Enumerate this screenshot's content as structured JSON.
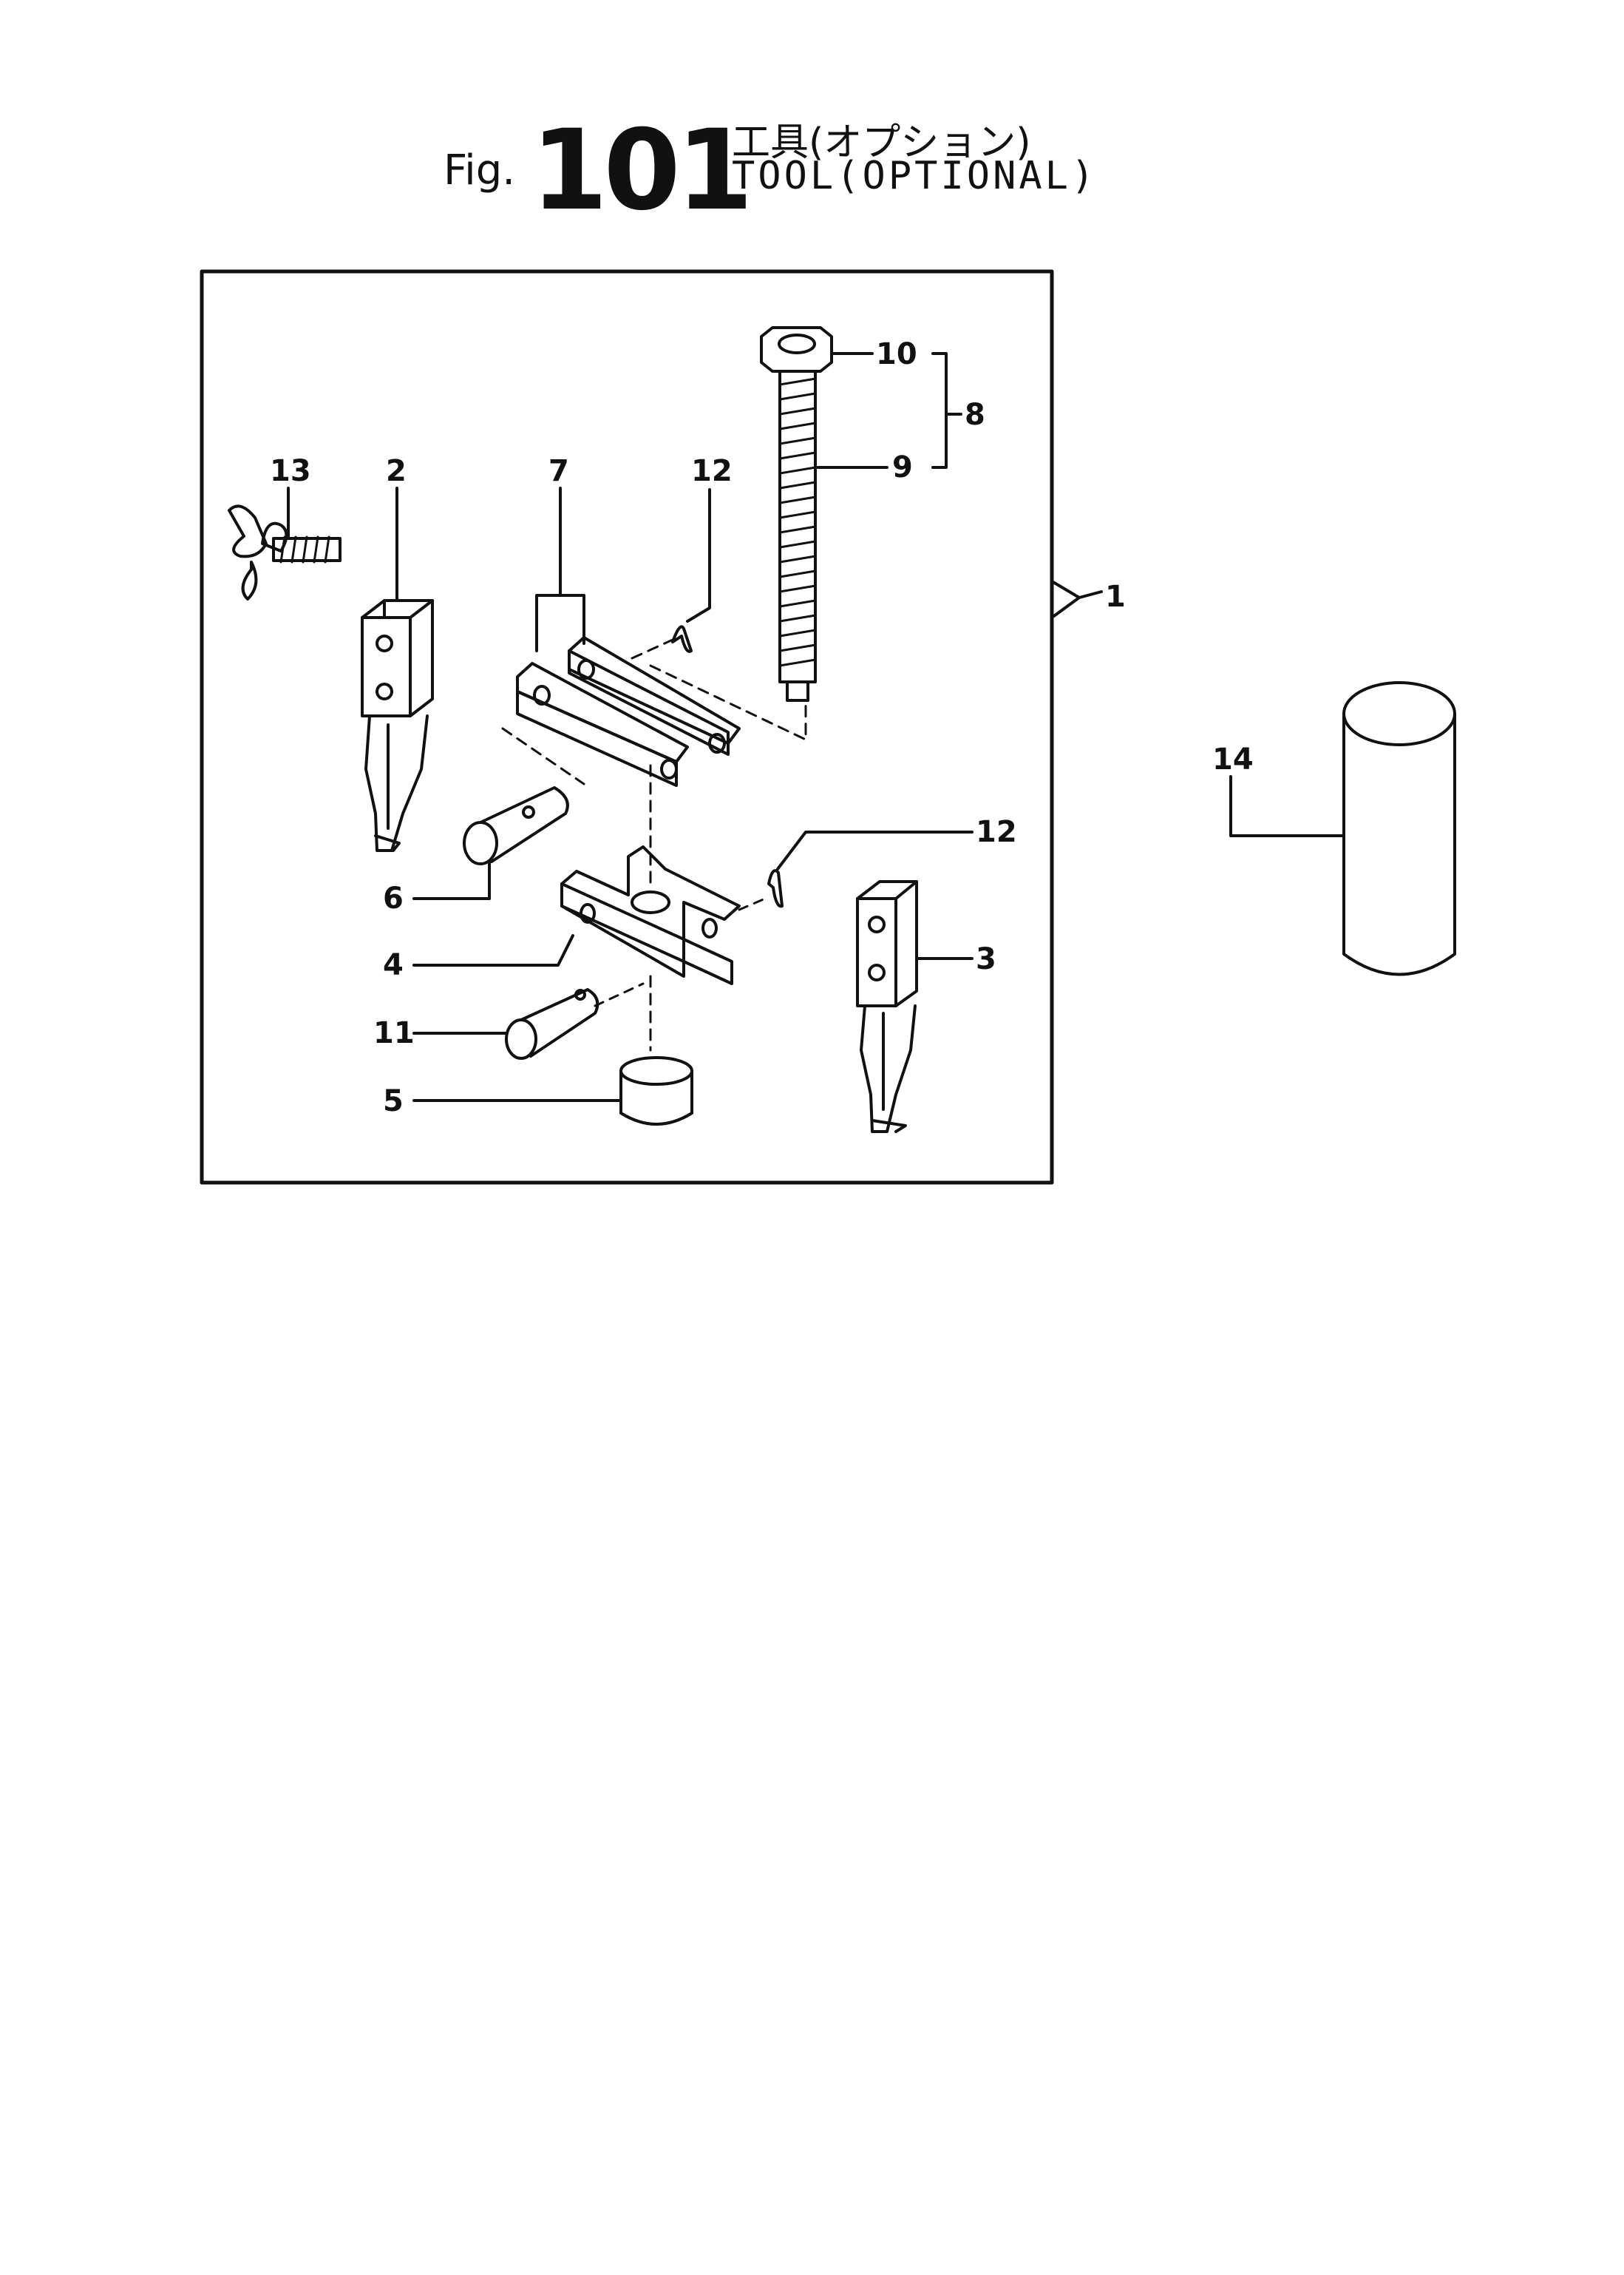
{
  "title": {
    "prefix": "Fig.",
    "number": "101",
    "japanese": "工具(オプション)",
    "english": "TOOL(OPTIONAL)"
  },
  "callouts": {
    "c1": "1",
    "c2": "2",
    "c3": "3",
    "c4": "4",
    "c5": "5",
    "c6": "6",
    "c7": "7",
    "c8": "8",
    "c9": "9",
    "c10": "10",
    "c11": "11",
    "c12a": "12",
    "c12b": "12",
    "c13": "13",
    "c14": "14"
  }
}
